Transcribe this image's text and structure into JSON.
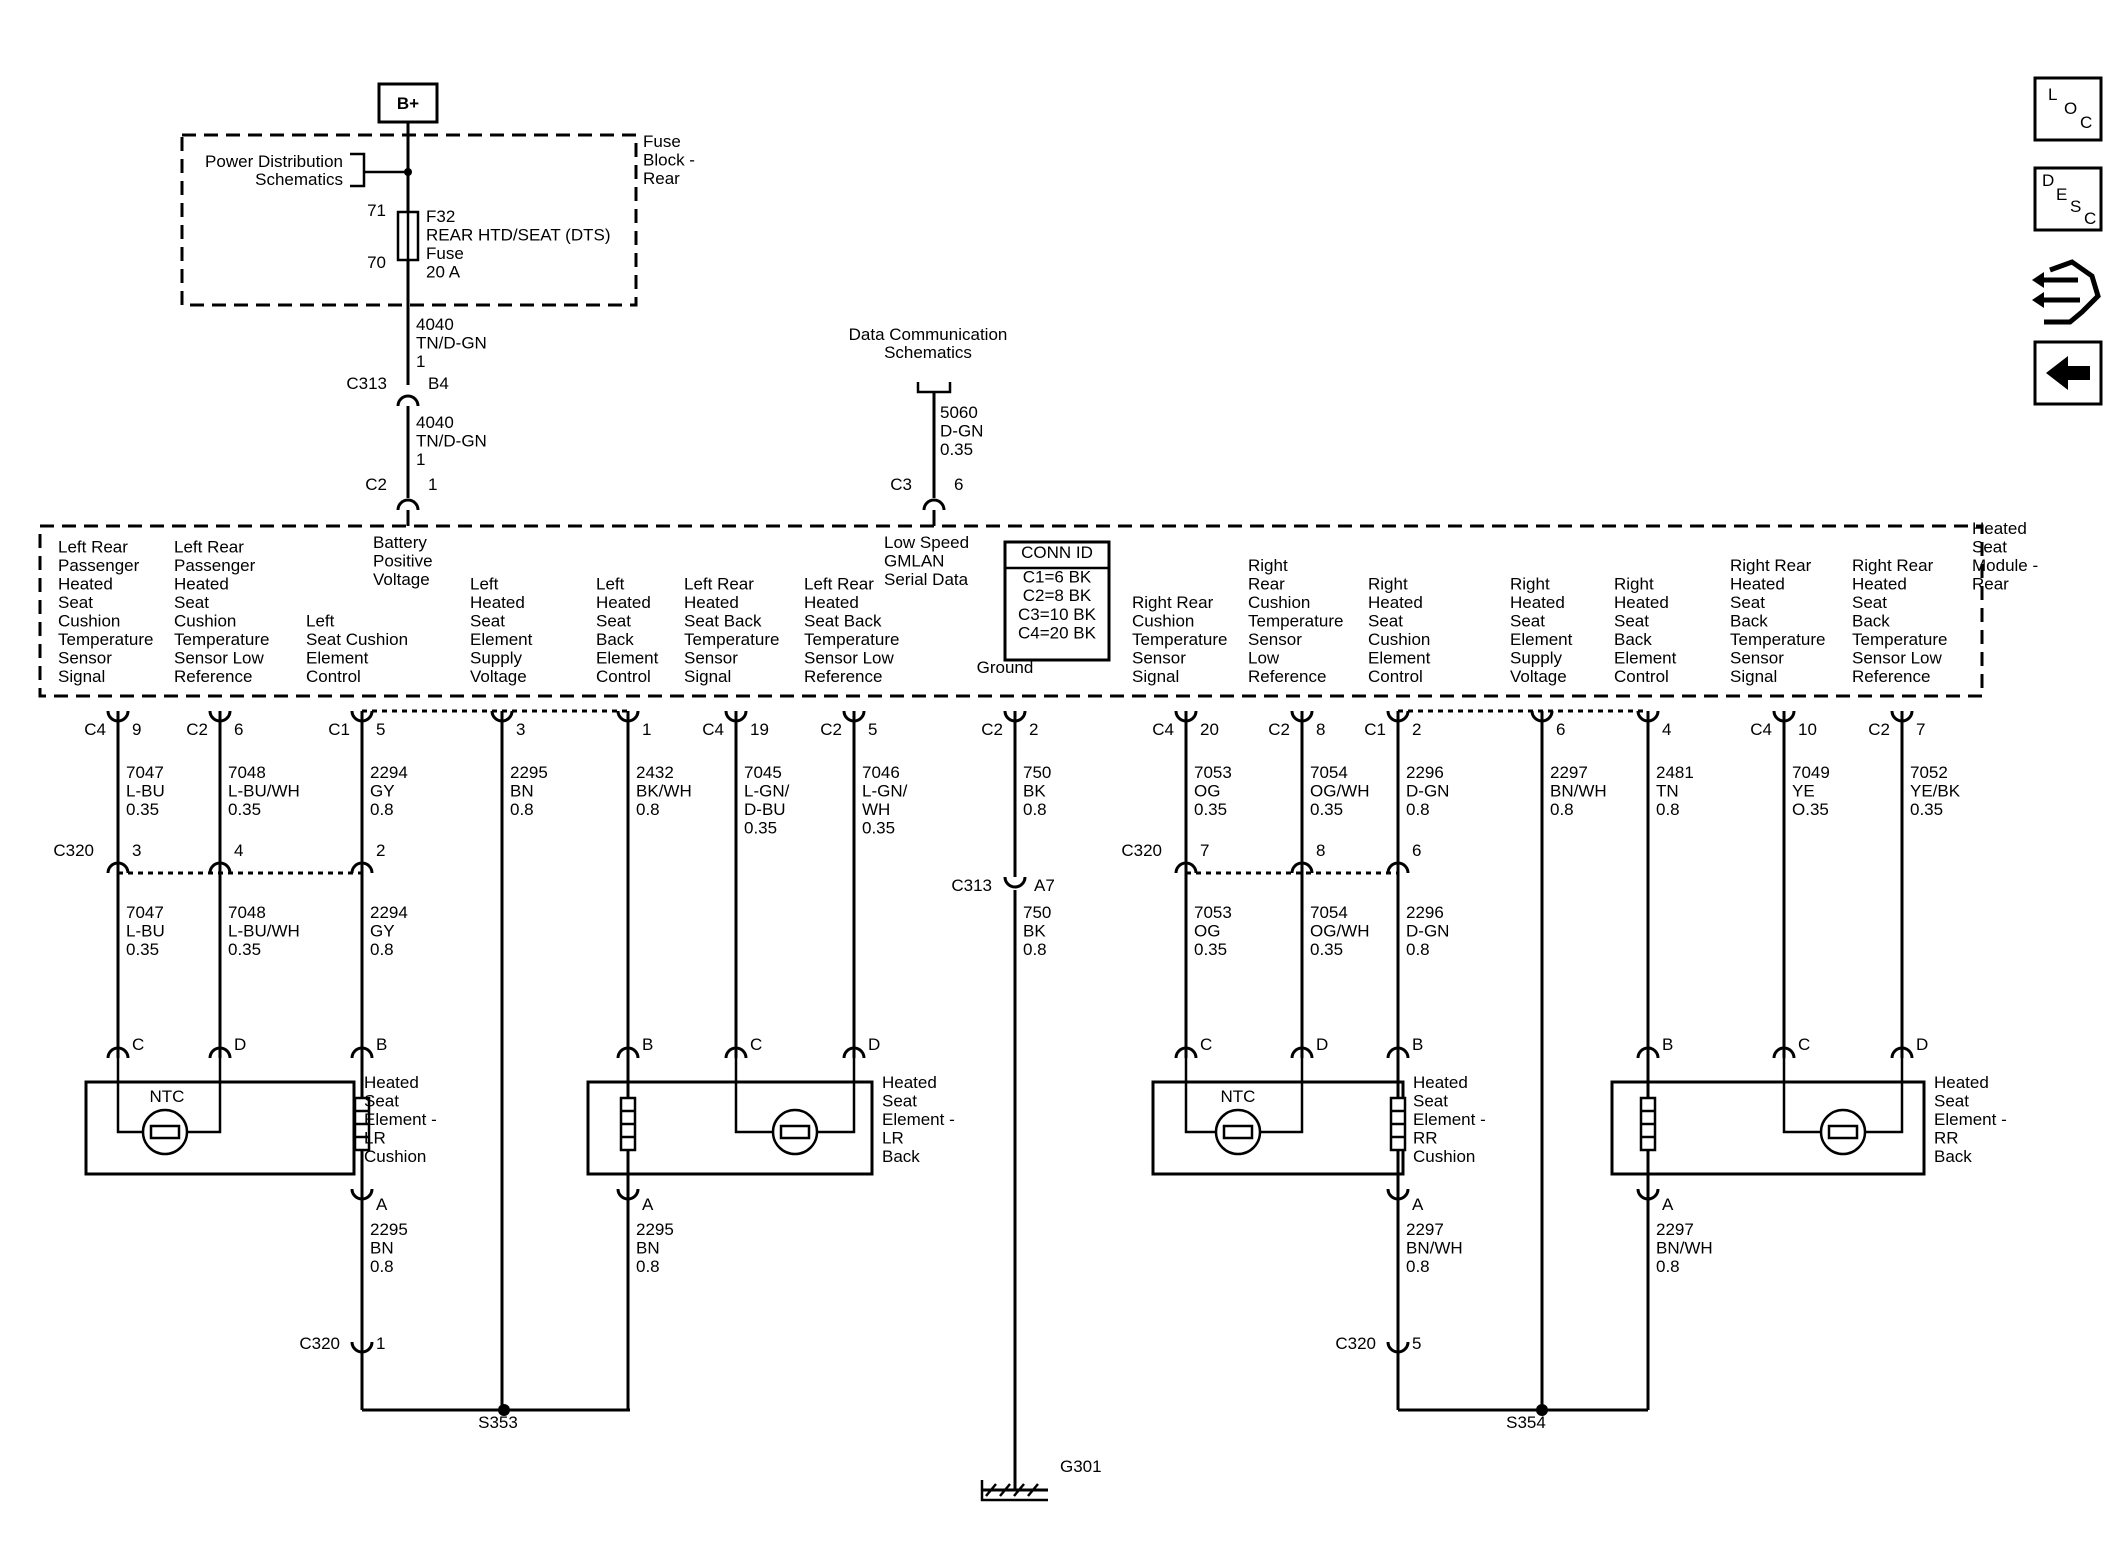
{
  "supply": {
    "label": "B+"
  },
  "fuse_block": {
    "title": [
      "Fuse",
      "Block -",
      "Rear"
    ],
    "schematic_ref": [
      "Power Distribution",
      "Schematics"
    ],
    "pin_top": "71",
    "pin_bottom": "70",
    "fuse_text": [
      "F32",
      "REAR HTD/SEAT (DTS)",
      "Fuse",
      "20 A"
    ]
  },
  "upper_wires": {
    "w1": [
      "4040",
      "TN/D-GN",
      "1"
    ],
    "c313_label": "C313",
    "c313_pin": "B4",
    "w2": [
      "4040",
      "TN/D-GN",
      "1"
    ],
    "c2_label": "C2",
    "c2_pin": "1",
    "data_ref": [
      "Data Communication",
      "Schematics"
    ],
    "w3": [
      "5060",
      "D-GN",
      "0.35"
    ],
    "c3_label": "C3",
    "c3_pin": "6"
  },
  "module": {
    "title": [
      "Heated",
      "Seat",
      "Module -",
      "Rear"
    ],
    "conn_id": [
      "CONN ID",
      "C1=6 BK",
      "C2=8 BK",
      "C3=10 BK",
      "C4=20 BK"
    ],
    "top_labels": {
      "battery": [
        "Battery",
        "Positive",
        "Voltage"
      ],
      "gmlan": [
        "Low Speed",
        "GMLAN",
        "Serial Data"
      ]
    },
    "ground_label": "Ground",
    "circuits": [
      {
        "lines": [
          "Left Rear",
          "Passenger",
          "Heated",
          "Seat",
          "Cushion",
          "Temperature",
          "Sensor",
          "Signal"
        ],
        "conn": "C4",
        "pin": "9",
        "wire": [
          "7047",
          "L-BU",
          "0.35"
        ]
      },
      {
        "lines": [
          "Left Rear",
          "Passenger",
          "Heated",
          "Seat",
          "Cushion",
          "Temperature",
          "Sensor Low",
          "Reference"
        ],
        "conn": "C2",
        "pin": "6",
        "wire": [
          "7048",
          "L-BU/WH",
          "0.35"
        ]
      },
      {
        "lines": [
          "Left",
          "Seat Cushion",
          "Element",
          "Control"
        ],
        "conn": "C1",
        "pin": "5",
        "wire": [
          "2294",
          "GY",
          "0.8"
        ]
      },
      {
        "lines": [
          "Left",
          "Heated",
          "Seat",
          "Element",
          "Supply",
          "Voltage"
        ],
        "conn": "",
        "pin": "3",
        "wire": [
          "2295",
          "BN",
          "0.8"
        ]
      },
      {
        "lines": [
          "Left",
          "Heated",
          "Seat",
          "Back",
          "Element",
          "Control"
        ],
        "conn": "",
        "pin": "1",
        "wire": [
          "2432",
          "BK/WH",
          "0.8"
        ]
      },
      {
        "lines": [
          "Left Rear",
          "Heated",
          "Seat Back",
          "Temperature",
          "Sensor",
          "Signal"
        ],
        "conn": "C4",
        "pin": "19",
        "wire": [
          "7045",
          "L-GN/",
          "D-BU",
          "0.35"
        ]
      },
      {
        "lines": [
          "Left Rear",
          "Heated",
          "Seat Back",
          "Temperature",
          "Sensor Low",
          "Reference"
        ],
        "conn": "C2",
        "pin": "5",
        "wire": [
          "7046",
          "L-GN/",
          "WH",
          "0.35"
        ]
      },
      {
        "lines": [],
        "conn": "C2",
        "pin": "2",
        "wire": [
          "750",
          "BK",
          "0.8"
        ]
      },
      {
        "lines": [
          "Right Rear",
          "Cushion",
          "Temperature",
          "Sensor",
          "Signal"
        ],
        "conn": "C4",
        "pin": "20",
        "wire": [
          "7053",
          "OG",
          "0.35"
        ]
      },
      {
        "lines": [
          "Right",
          "Rear",
          "Cushion",
          "Temperature",
          "Sensor",
          "Low",
          "Reference"
        ],
        "conn": "C2",
        "pin": "8",
        "wire": [
          "7054",
          "OG/WH",
          "0.35"
        ]
      },
      {
        "lines": [
          "Right",
          "Heated",
          "Seat",
          "Cushion",
          "Element",
          "Control"
        ],
        "conn": "C1",
        "pin": "2",
        "wire": [
          "2296",
          "D-GN",
          "0.8"
        ]
      },
      {
        "lines": [
          "Right",
          "Heated",
          "Seat",
          "Element",
          "Supply",
          "Voltage"
        ],
        "conn": "",
        "pin": "6",
        "wire": [
          "2297",
          "BN/WH",
          "0.8"
        ]
      },
      {
        "lines": [
          "Right",
          "Heated",
          "Seat",
          "Back",
          "Element",
          "Control"
        ],
        "conn": "",
        "pin": "4",
        "wire": [
          "2481",
          "TN",
          "0.8"
        ]
      },
      {
        "lines": [
          "Right Rear",
          "Heated",
          "Seat",
          "Back",
          "Temperature",
          "Sensor",
          "Signal"
        ],
        "conn": "C4",
        "pin": "10",
        "wire": [
          "7049",
          "YE",
          "O.35"
        ]
      },
      {
        "lines": [
          "Right Rear",
          "Heated",
          "Seat",
          "Back",
          "Temperature",
          "Sensor Low",
          "Reference"
        ],
        "conn": "C2",
        "pin": "7",
        "wire": [
          "7052",
          "YE/BK",
          "0.35"
        ]
      }
    ]
  },
  "c320_left": {
    "label": "C320",
    "pins": [
      "3",
      "4",
      "2"
    ],
    "wires": [
      [
        "7047",
        "L-BU",
        "0.35"
      ],
      [
        "7048",
        "L-BU/WH",
        "0.35"
      ],
      [
        "2294",
        "GY",
        "0.8"
      ]
    ]
  },
  "c313_ground": {
    "label": "C313",
    "pin": "A7",
    "wire": [
      "750",
      "BK",
      "0.8"
    ]
  },
  "c320_right": {
    "label": "C320",
    "pins": [
      "7",
      "8",
      "6"
    ],
    "wires": [
      [
        "7053",
        "OG",
        "0.35"
      ],
      [
        "7054",
        "OG/WH",
        "0.35"
      ],
      [
        "2296",
        "D-GN",
        "0.8"
      ]
    ]
  },
  "elements": [
    {
      "pins": [
        "C",
        "D",
        "B"
      ],
      "ntc": "NTC",
      "name": [
        "Heated",
        "Seat",
        "Element -",
        "LR",
        "Cushion"
      ],
      "bottom_pin": "A",
      "bottom_wire": [
        "2295",
        "BN",
        "0.8"
      ]
    },
    {
      "pins": [
        "B",
        "C",
        "D"
      ],
      "ntc": "",
      "name": [
        "Heated",
        "Seat",
        "Element -",
        "LR",
        "Back"
      ],
      "bottom_pin": "A",
      "bottom_wire": [
        "2295",
        "BN",
        "0.8"
      ]
    },
    {
      "pins": [
        "C",
        "D",
        "B"
      ],
      "ntc": "NTC",
      "name": [
        "Heated",
        "Seat",
        "Element -",
        "RR",
        "Cushion"
      ],
      "bottom_pin": "A",
      "bottom_wire": [
        "2297",
        "BN/WH",
        "0.8"
      ]
    },
    {
      "pins": [
        "B",
        "C",
        "D"
      ],
      "ntc": "",
      "name": [
        "Heated",
        "Seat",
        "Element -",
        "RR",
        "Back"
      ],
      "bottom_pin": "A",
      "bottom_wire": [
        "2297",
        "BN/WH",
        "0.8"
      ]
    }
  ],
  "lower": {
    "c320_left_label": "C320",
    "c320_left_pin": "1",
    "splice_left": "S353",
    "c320_right_label": "C320",
    "c320_right_pin": "5",
    "splice_right": "S354",
    "ground": "G301"
  },
  "nav": {
    "loc": [
      "L",
      "O",
      "C"
    ],
    "desc": [
      "D",
      "E",
      "S",
      "C"
    ],
    "harness_icon": "wire-harness-icon",
    "back_icon": "back-arrow-icon"
  }
}
